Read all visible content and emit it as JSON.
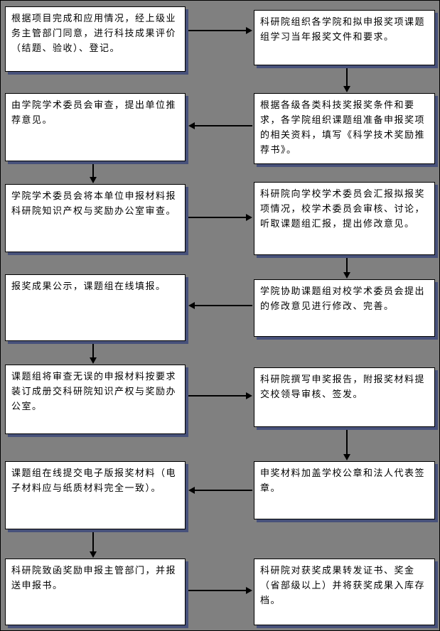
{
  "colors": {
    "background": "#808080",
    "box_background": "#ffffff",
    "box_border": "#000000",
    "box_shadow": "#47517a",
    "arrow": "#000000",
    "text": "#000000"
  },
  "flow": {
    "left": [
      "根据项目完成和应用情况，经上级业务主管部门同意，进行科技成果评价（结题、验收）、登记。",
      "由学院学术委员会审查，提出单位推荐意见。",
      "学院学术委员会将本单位申报材料报科研院知识产权与奖励办公室审查。",
      "报奖成果公示，课题组在线填报。",
      "课题组将审查无误的申报材料按要求装订成册交科研院知识产权与奖励办公室。",
      "课题组在线提交电子版报奖材料（电子材料应与纸质材料完全一致）。",
      "科研院致函奖励申报主管部门，并报送申报书。"
    ],
    "right": [
      "科研院组织各学院和拟申报奖项课题组学习当年报奖文件和要求。",
      "根据各级各类科技奖报奖条件和要求，各学院组织课题组准备申报奖项的相关资料，填写《科学技术奖励推荐书》。",
      "科研院向学校学术委员会汇报拟报奖项情况，校学术委员会审核、讨论，听取课题组汇报，提出修改意见。",
      "学院协助课题组对校学术委员会提出的修改意见进行修改、完善。",
      "科研院撰写申奖报告，附报奖材料提交校领导审核、签发。",
      "申奖材料加盖学校公章和法人代表签章。",
      "科研院对获奖成果转发证书、奖金（省部级以上）并将获奖成果入库存档。"
    ],
    "connections": [
      "left-1 -> right-1",
      "right-1 -> right-2",
      "right-2 -> left-2",
      "left-2 -> left-3",
      "left-3 -> right-3",
      "right-3 -> right-4",
      "right-4 -> left-4",
      "left-4 -> left-5",
      "left-5 -> right-5",
      "right-5 -> right-6",
      "right-6 -> left-6",
      "left-6 -> left-7",
      "left-7 -> right-7"
    ]
  }
}
